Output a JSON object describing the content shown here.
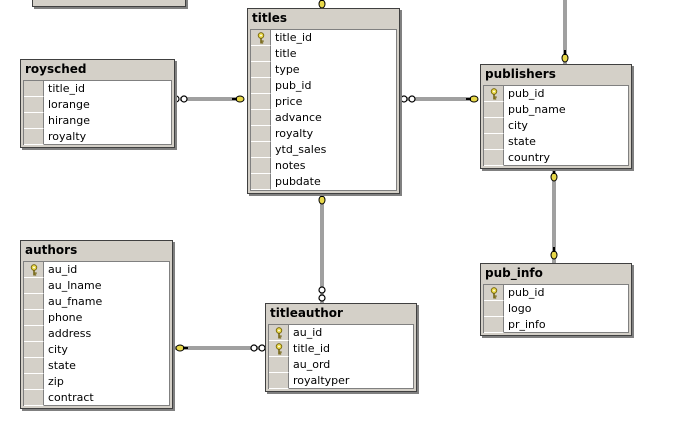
{
  "tables": [
    {
      "id": "titles",
      "name": "titles",
      "columns": [
        {
          "name": "title_id",
          "pk": true
        },
        {
          "name": "title",
          "pk": false
        },
        {
          "name": "type",
          "pk": false
        },
        {
          "name": "pub_id",
          "pk": false
        },
        {
          "name": "price",
          "pk": false
        },
        {
          "name": "advance",
          "pk": false
        },
        {
          "name": "royalty",
          "pk": false
        },
        {
          "name": "ytd_sales",
          "pk": false
        },
        {
          "name": "notes",
          "pk": false
        },
        {
          "name": "pubdate",
          "pk": false
        }
      ]
    },
    {
      "id": "roysched",
      "name": "roysched",
      "columns": [
        {
          "name": "title_id",
          "pk": false
        },
        {
          "name": "lorange",
          "pk": false
        },
        {
          "name": "hirange",
          "pk": false
        },
        {
          "name": "royalty",
          "pk": false
        }
      ]
    },
    {
      "id": "publishers",
      "name": "publishers",
      "columns": [
        {
          "name": "pub_id",
          "pk": true
        },
        {
          "name": "pub_name",
          "pk": false
        },
        {
          "name": "city",
          "pk": false
        },
        {
          "name": "state",
          "pk": false
        },
        {
          "name": "country",
          "pk": false
        }
      ]
    },
    {
      "id": "authors",
      "name": "authors",
      "columns": [
        {
          "name": "au_id",
          "pk": true
        },
        {
          "name": "au_lname",
          "pk": false
        },
        {
          "name": "au_fname",
          "pk": false
        },
        {
          "name": "phone",
          "pk": false
        },
        {
          "name": "address",
          "pk": false
        },
        {
          "name": "city",
          "pk": false
        },
        {
          "name": "state",
          "pk": false
        },
        {
          "name": "zip",
          "pk": false
        },
        {
          "name": "contract",
          "pk": false
        }
      ]
    },
    {
      "id": "titleauthor",
      "name": "titleauthor",
      "columns": [
        {
          "name": "au_id",
          "pk": true
        },
        {
          "name": "title_id",
          "pk": true
        },
        {
          "name": "au_ord",
          "pk": false
        },
        {
          "name": "royaltyper",
          "pk": false
        }
      ]
    },
    {
      "id": "pub_info",
      "name": "pub_info",
      "columns": [
        {
          "name": "pub_id",
          "pk": true
        },
        {
          "name": "logo",
          "pk": false
        },
        {
          "name": "pr_info",
          "pk": false
        }
      ]
    }
  ],
  "relationships": [
    {
      "from": "roysched",
      "to": "titles"
    },
    {
      "from": "titles",
      "to": "publishers"
    },
    {
      "from": "titles",
      "to": "titleauthor"
    },
    {
      "from": "authors",
      "to": "titleauthor"
    },
    {
      "from": "publishers",
      "to": "pub_info"
    }
  ],
  "colors": {
    "table_header": "#d4d0c8",
    "table_border": "#404040",
    "connector": "#404040",
    "key_icon": "#e8d84a"
  }
}
